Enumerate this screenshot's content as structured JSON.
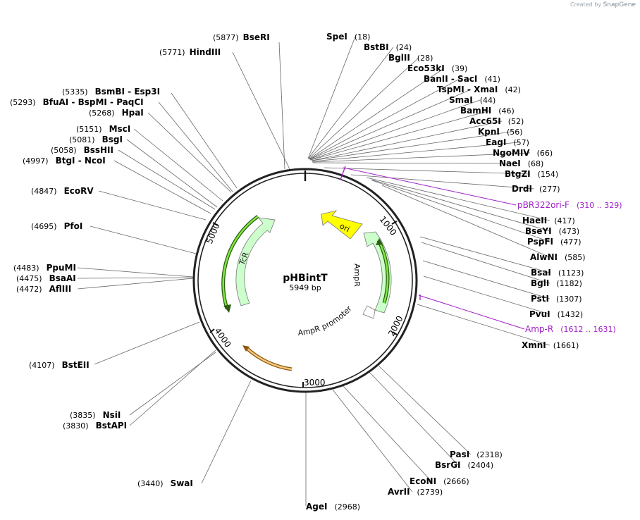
{
  "credit": {
    "text": "Created by",
    "brand": "SnapGene"
  },
  "plasmid": {
    "name": "pHBintT",
    "size_label": "5949 bp"
  },
  "ticks": [
    "1000",
    "2000",
    "3000",
    "4000",
    "5000"
  ],
  "sites": [
    {
      "name": "BseRI",
      "pos": "(5877)"
    },
    {
      "name": "HindIII",
      "pos": "(5771)"
    },
    {
      "name": "SpeI",
      "pos": "(18)"
    },
    {
      "name": "BstBI",
      "pos": "(24)"
    },
    {
      "name": "BglII",
      "pos": "(28)"
    },
    {
      "name": "Eco53kI",
      "pos": "(39)"
    },
    {
      "name": "BanII  -  SacI",
      "pos": "(41)"
    },
    {
      "name": "TspMI  -  XmaI",
      "pos": "(42)"
    },
    {
      "name": "SmaI",
      "pos": "(44)"
    },
    {
      "name": "BamHI",
      "pos": "(46)"
    },
    {
      "name": "Acc65I",
      "pos": "(52)"
    },
    {
      "name": "KpnI",
      "pos": "(56)"
    },
    {
      "name": "EagI",
      "pos": "(57)"
    },
    {
      "name": "NgoMIV",
      "pos": "(66)"
    },
    {
      "name": "NaeI",
      "pos": "(68)"
    },
    {
      "name": "BtgZI",
      "pos": "(154)"
    },
    {
      "name": "DrdI",
      "pos": "(277)"
    },
    {
      "name": "HaeII",
      "pos": "(417)"
    },
    {
      "name": "BseYI",
      "pos": "(473)"
    },
    {
      "name": "PspFI",
      "pos": "(477)"
    },
    {
      "name": "AlwNI",
      "pos": "(585)"
    },
    {
      "name": "BsaI",
      "pos": "(1123)"
    },
    {
      "name": "BglI",
      "pos": "(1182)"
    },
    {
      "name": "PstI",
      "pos": "(1307)"
    },
    {
      "name": "PvuI",
      "pos": "(1432)"
    },
    {
      "name": "XmnI",
      "pos": "(1661)"
    },
    {
      "name": "PasI",
      "pos": "(2318)"
    },
    {
      "name": "BsrGI",
      "pos": "(2404)"
    },
    {
      "name": "EcoNI",
      "pos": "(2666)"
    },
    {
      "name": "AvrII",
      "pos": "(2739)"
    },
    {
      "name": "AgeI",
      "pos": "(2968)"
    },
    {
      "name": "SwaI",
      "pos": "(3440)"
    },
    {
      "name": "NsiI",
      "pos": "(3835)"
    },
    {
      "name": "BstAPI",
      "pos": "(3830)"
    },
    {
      "name": "BstEII",
      "pos": "(4107)"
    },
    {
      "name": "AflIII",
      "pos": "(4472)"
    },
    {
      "name": "BsaAI",
      "pos": "(4475)"
    },
    {
      "name": "PpuMI",
      "pos": "(4483)"
    },
    {
      "name": "PfoI",
      "pos": "(4695)"
    },
    {
      "name": "EcoRV",
      "pos": "(4847)"
    },
    {
      "name": "BtgI  -  NcoI",
      "pos": "(4997)"
    },
    {
      "name": "BssHII",
      "pos": "(5058)"
    },
    {
      "name": "BsgI",
      "pos": "(5081)"
    },
    {
      "name": "MscI",
      "pos": "(5151)"
    },
    {
      "name": "HpaI",
      "pos": "(5268)"
    },
    {
      "name": "BfuAI  -  BspMI  -  PaqCI",
      "pos": "(5293)"
    },
    {
      "name": "BsmBI  -  Esp3I",
      "pos": "(5335)"
    }
  ],
  "primers": [
    {
      "name": "pBR322ori-F",
      "pos": "(310 .. 329)"
    },
    {
      "name": "Amp-R",
      "pos": "(1612 .. 1631)"
    }
  ],
  "features": [
    {
      "name": "ori",
      "color": "#ffff00"
    },
    {
      "name": "AmpR",
      "color": "#ccffcc"
    },
    {
      "name": "AmpR promoter",
      "color": "#ffffff"
    },
    {
      "name": "TcR",
      "color": "#ccffcc"
    }
  ],
  "colors": {
    "primer": "#a020c8",
    "orf_arrow": "#4caf1a",
    "orange_orf": "#e8a040",
    "backbone": "#222222"
  }
}
